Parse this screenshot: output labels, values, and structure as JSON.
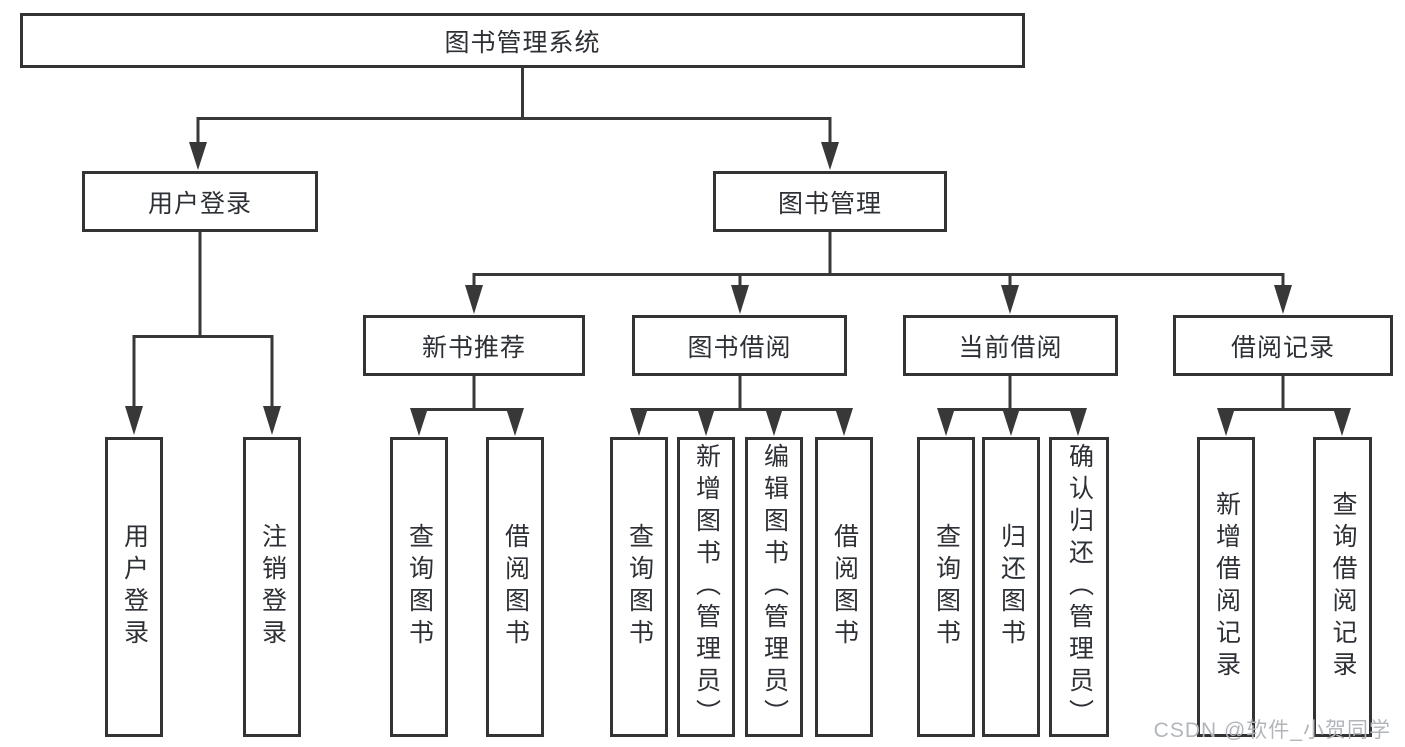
{
  "diagram_title": "图书管理系统",
  "tree": {
    "root": {
      "label": "图书管理系统"
    },
    "children": [
      {
        "label": "用户登录",
        "children": [
          {
            "label": "用户登录"
          },
          {
            "label": "注销登录"
          }
        ]
      },
      {
        "label": "图书管理",
        "children": [
          {
            "label": "新书推荐",
            "children": [
              {
                "label": "查询图书"
              },
              {
                "label": "借阅图书"
              }
            ]
          },
          {
            "label": "图书借阅",
            "children": [
              {
                "label": "查询图书"
              },
              {
                "label": "新增图书（管理员）"
              },
              {
                "label": "编辑图书（管理员）"
              },
              {
                "label": "借阅图书"
              }
            ]
          },
          {
            "label": "当前借阅",
            "children": [
              {
                "label": "查询图书"
              },
              {
                "label": "归还图书"
              },
              {
                "label": "确认归还（管理员）"
              }
            ]
          },
          {
            "label": "借阅记录",
            "children": [
              {
                "label": "新增借阅记录"
              },
              {
                "label": "查询借阅记录"
              }
            ]
          }
        ]
      }
    ]
  },
  "watermark": {
    "text": "CSDN @软件_小贺同学"
  },
  "colors": {
    "line": "#383838",
    "box_border": "#333333",
    "text": "#2d3035",
    "watermark": "#b2b6bb",
    "background": "#ffffff"
  }
}
